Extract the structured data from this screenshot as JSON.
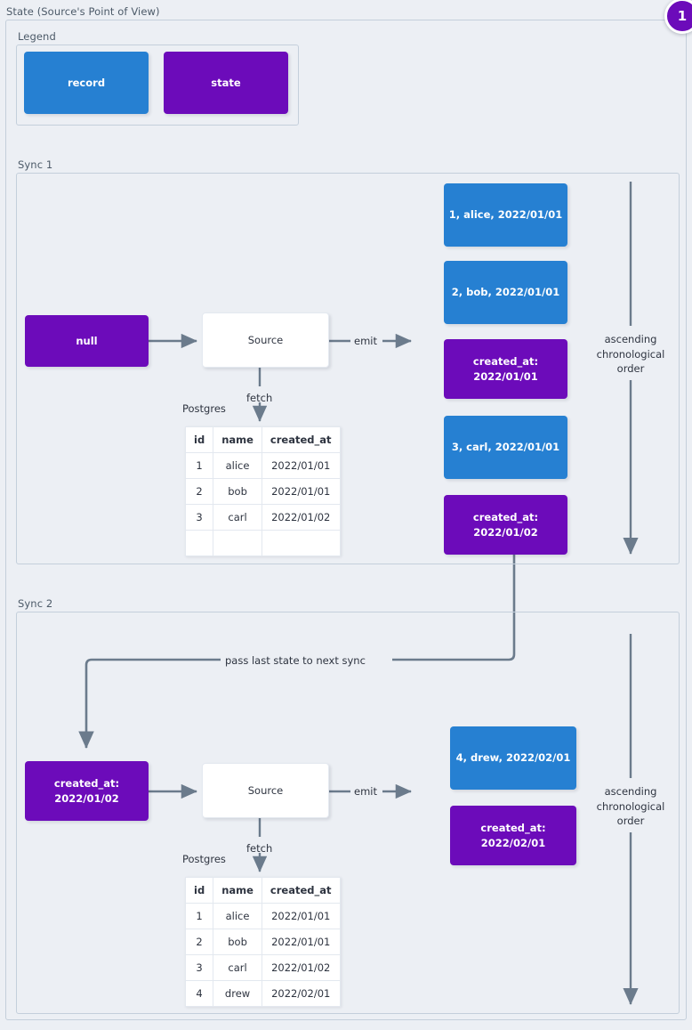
{
  "page": {
    "title": "State (Source's Point of View)",
    "badge": "1",
    "colors": {
      "background": "#eceff4",
      "record": "#2680d2",
      "state": "#6c0bba",
      "plain": "#ffffff",
      "connector": "#6b7b8c",
      "frame_border": "#c4cfdb",
      "text": "#2e3440"
    }
  },
  "legend": {
    "label": "Legend",
    "items": [
      {
        "label": "record",
        "kind": "record"
      },
      {
        "label": "state",
        "kind": "state"
      }
    ]
  },
  "sync1": {
    "label": "Sync 1",
    "input_state": "null",
    "source_label": "Source",
    "emit_label": "emit",
    "fetch_label": "fetch",
    "db_label": "Postgres",
    "order_label": "ascending chronological order",
    "table": {
      "columns": [
        "id",
        "name",
        "created_at"
      ],
      "rows": [
        [
          "1",
          "alice",
          "2022/01/01"
        ],
        [
          "2",
          "bob",
          "2022/01/01"
        ],
        [
          "3",
          "carl",
          "2022/01/02"
        ],
        [
          "",
          "",
          ""
        ]
      ]
    },
    "emitted": [
      {
        "kind": "record",
        "line1": "1, alice, 2022/01/01",
        "line2": ""
      },
      {
        "kind": "record",
        "line1": "2, bob, 2022/01/01",
        "line2": ""
      },
      {
        "kind": "state",
        "line1": "created_at:",
        "line2": "2022/01/01"
      },
      {
        "kind": "record",
        "line1": "3, carl, 2022/01/01",
        "line2": ""
      },
      {
        "kind": "state",
        "line1": "created_at:",
        "line2": "2022/01/02"
      }
    ]
  },
  "sync2": {
    "label": "Sync 2",
    "pass_state_label": "pass last state to next sync",
    "input_state_line1": "created_at:",
    "input_state_line2": "2022/01/02",
    "source_label": "Source",
    "emit_label": "emit",
    "fetch_label": "fetch",
    "db_label": "Postgres",
    "order_label": "ascending chronological order",
    "table": {
      "columns": [
        "id",
        "name",
        "created_at"
      ],
      "rows": [
        [
          "1",
          "alice",
          "2022/01/01"
        ],
        [
          "2",
          "bob",
          "2022/01/01"
        ],
        [
          "3",
          "carl",
          "2022/01/02"
        ],
        [
          "4",
          "drew",
          "2022/02/01"
        ]
      ]
    },
    "emitted": [
      {
        "kind": "record",
        "line1": "4, drew, 2022/02/01",
        "line2": ""
      },
      {
        "kind": "state",
        "line1": "created_at:",
        "line2": "2022/02/01"
      }
    ]
  }
}
